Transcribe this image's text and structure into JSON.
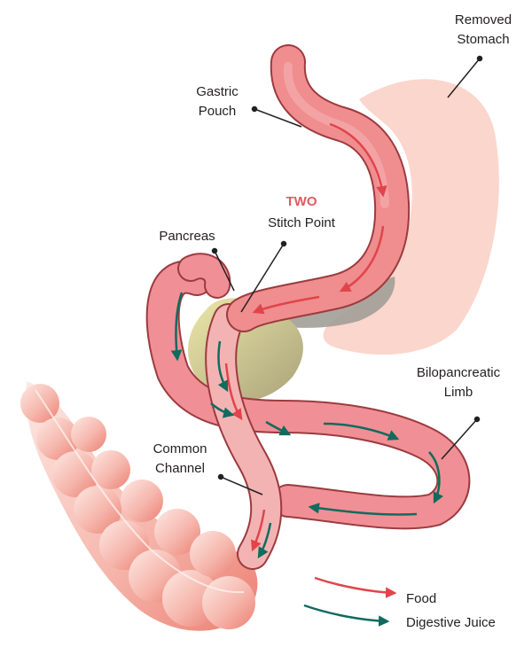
{
  "labels": {
    "removed_stomach": [
      "Removed",
      "Stomach"
    ],
    "gastric_pouch": [
      "Gastric",
      "Pouch"
    ],
    "two": "TWO",
    "stitch_point": "Stitch Point",
    "pancreas": "Pancreas",
    "bilopancreatic_limb": [
      "Bilopancreatic",
      "Limb"
    ],
    "common_channel": [
      "Common",
      "Channel"
    ]
  },
  "legend": {
    "food": "Food",
    "digestive_juice": "Digestive Juice"
  },
  "colors": {
    "food_arrow": "#e1444b",
    "juice_arrow": "#116b5e",
    "emphasis": "#e15a5f",
    "intestine": "#f08f95",
    "intestine_outline": "#9c3b3f",
    "stomach_removed": "#fbd6cc",
    "pancreas": "#e2dc9e"
  }
}
